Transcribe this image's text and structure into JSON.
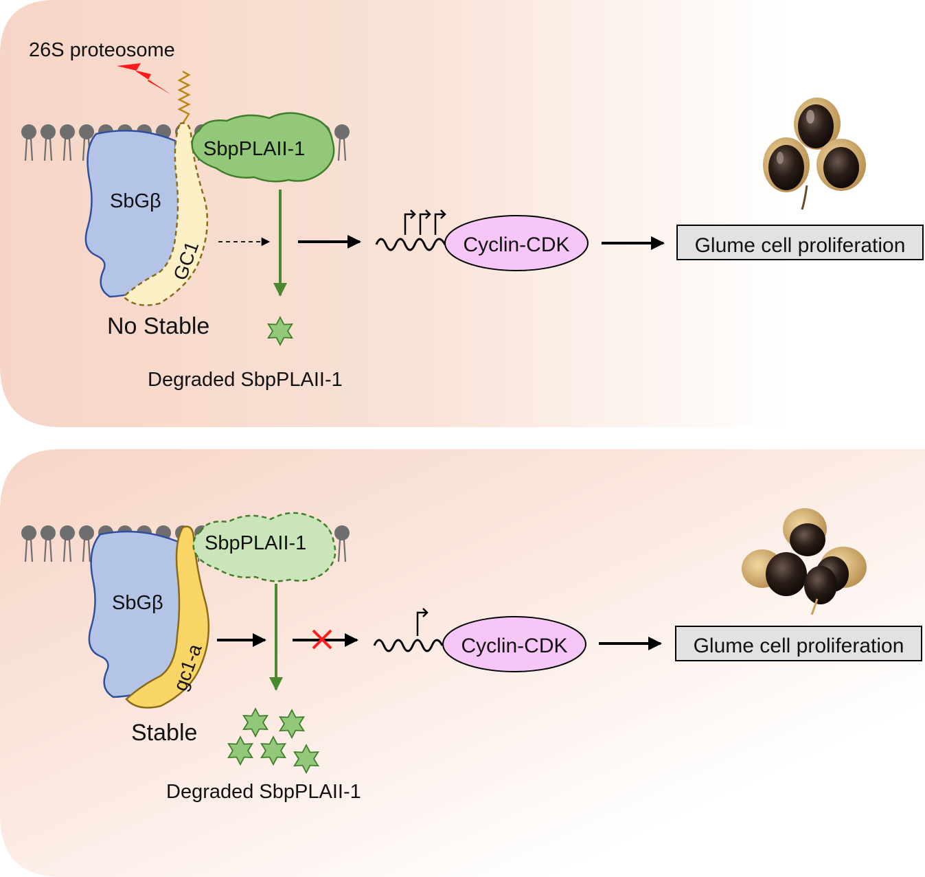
{
  "colors": {
    "panel_peach": "#f6d5c6",
    "sbg_beta_fill": "#b4c4e6",
    "sbg_beta_stroke": "#2f4f9e",
    "gc1_fill": "#fdf0c6",
    "gc1a_fill": "#f9d566",
    "gc1_stroke": "#8a6a1a",
    "plaii_fill": "#93c87a",
    "plaii_light_fill": "#c9e5b9",
    "plaii_stroke": "#3f7f2a",
    "green_arrow": "#4a8a2e",
    "cyclin_fill": "#f6c6f6",
    "membrane": "#6e6e6e",
    "ubiquitin": "#b88a10",
    "lightning": "#ff1a1a",
    "box_fill": "#e2e2e2"
  },
  "top_panel": {
    "proteasome_label": "26S proteosome",
    "sbg_beta_label": "SbGβ",
    "gc1_label": "GC1",
    "plaii_label": "SbpPLAII-1",
    "stability_label": "No Stable",
    "degraded_label": "Degraded SbpPLAII-1",
    "cyclin_label": "Cyclin-CDK",
    "outcome_label": "Glume cell proliferation",
    "star_count": 1,
    "promoter_flag_count": 3
  },
  "bottom_panel": {
    "sbg_beta_label": "SbGβ",
    "gc1_label": "gc1-a",
    "plaii_label": "SbpPLAII-1",
    "stability_label": "Stable",
    "degraded_label": "Degraded SbpPLAII-1",
    "cyclin_label": "Cyclin-CDK",
    "outcome_label": "Glume cell proliferation",
    "star_count": 5,
    "promoter_flag_count": 1
  }
}
